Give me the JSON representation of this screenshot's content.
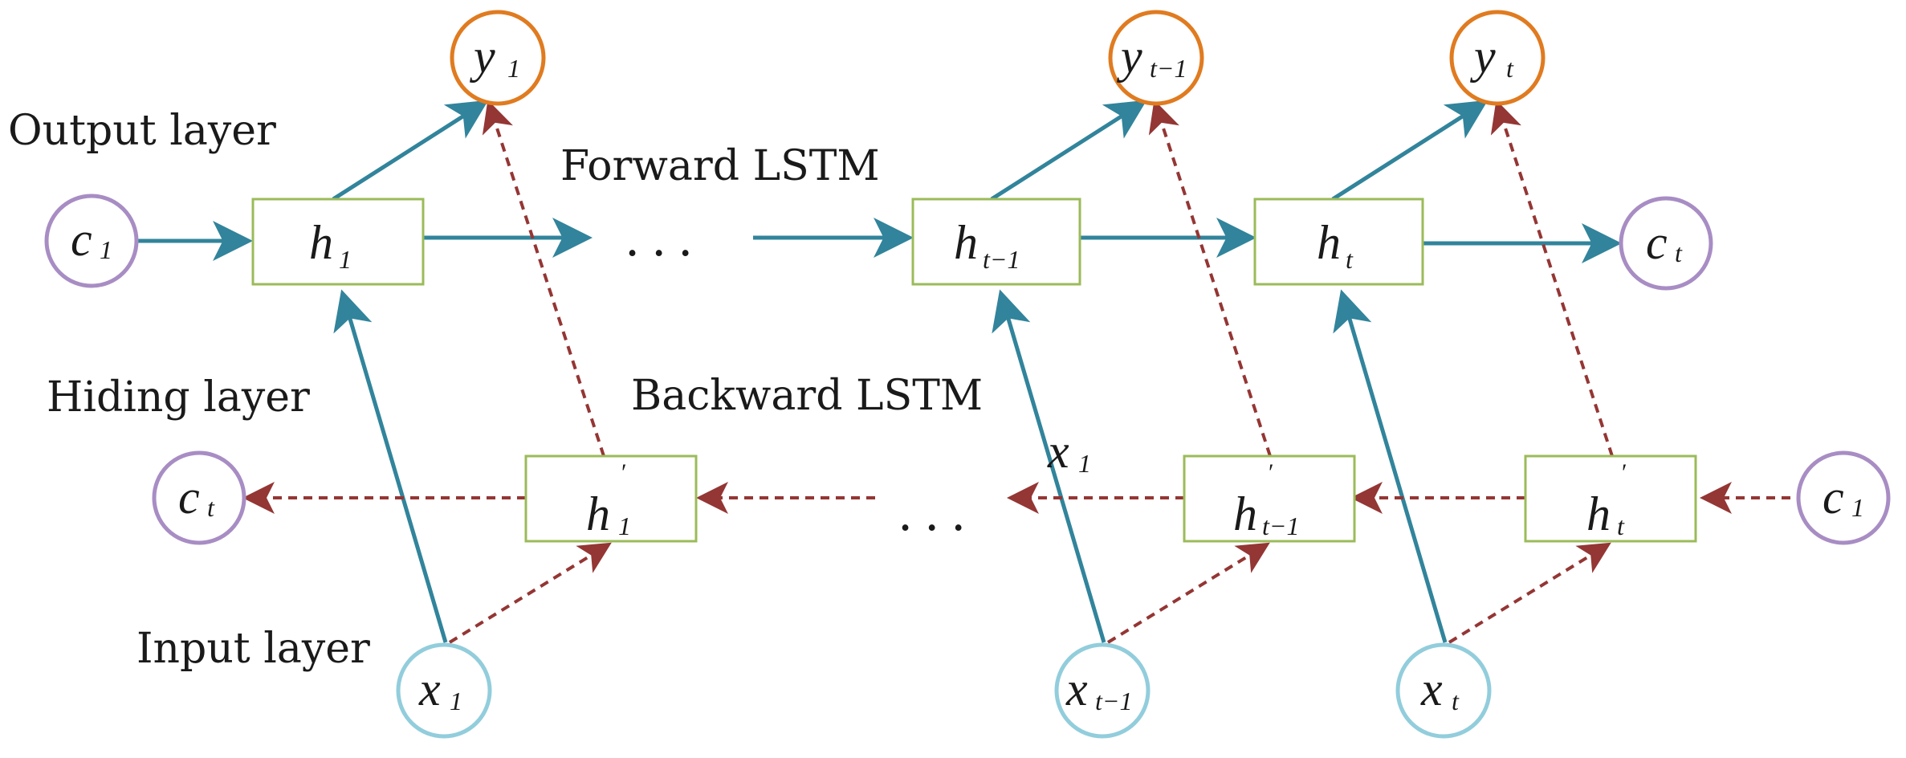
{
  "labels": {
    "output_layer": "Output layer",
    "hiding_layer": "Hiding layer",
    "input_layer": "Input layer",
    "forward_lstm": "Forward LSTM",
    "backward_lstm": "Backward LSTM",
    "ellipsis_forward": "...",
    "ellipsis_backward": "..."
  },
  "nodes": {
    "y1": {
      "main": "y",
      "sub": "1"
    },
    "yt_minus_1": {
      "main": "y",
      "sub": "t−1"
    },
    "yt": {
      "main": "y",
      "sub": "t"
    },
    "c1_forward": {
      "main": "c",
      "sub": "1"
    },
    "ct_forward": {
      "main": "c",
      "sub": "t"
    },
    "ct_backward": {
      "main": "c",
      "sub": "t"
    },
    "c1_backward": {
      "main": "c",
      "sub": "1"
    },
    "h1": {
      "main": "h",
      "sub": "1"
    },
    "ht_minus_1": {
      "main": "h",
      "sub": "t−1"
    },
    "ht": {
      "main": "h",
      "sub": "t"
    },
    "h1_prime": {
      "main": "h",
      "prime": "′",
      "sub": "1"
    },
    "ht_minus_1_prime": {
      "main": "h",
      "prime": "′",
      "sub": "t−1"
    },
    "ht_prime": {
      "main": "h",
      "prime": "′",
      "sub": "t"
    },
    "x1": {
      "main": "x",
      "sub": "1"
    },
    "xt_minus_1": {
      "main": "x",
      "sub": "t−1"
    },
    "xt": {
      "main": "x",
      "sub": "t"
    },
    "stray_x1": {
      "main": "x",
      "sub": "1"
    }
  },
  "colors": {
    "forward_arrow": "#31849b",
    "backward_arrow": "#943634",
    "output_node": "#e07b20",
    "cell_state_node": "#a88dc4",
    "input_node": "#92cddc",
    "hidden_box": "#9bbb59"
  },
  "legend": {
    "forward_style": "solid",
    "backward_style": "dashed"
  }
}
